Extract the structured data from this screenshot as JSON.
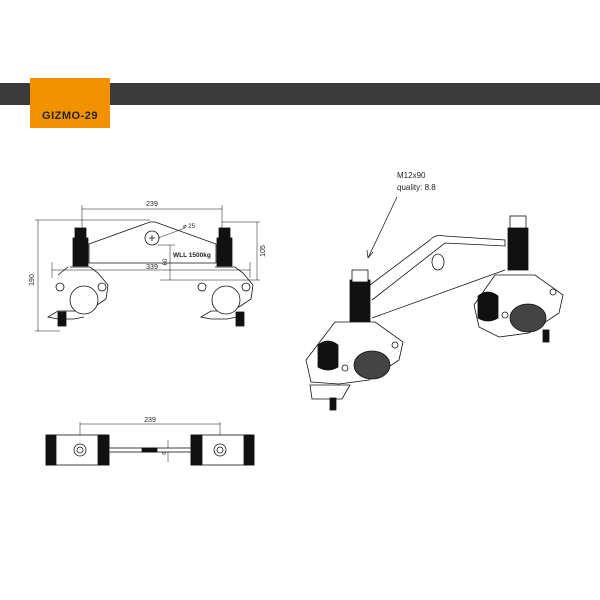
{
  "header": {
    "product_code": "GIZMO-29",
    "accent_color": "#f39200",
    "bar_color": "#3b3b3b"
  },
  "front_view": {
    "dim_top": "239",
    "dim_height": "190",
    "dim_right": "105",
    "dim_width": "339",
    "dim_hole_height": "60",
    "hole_diameter": "⌀ 25",
    "load_label": "WLL 1500kg"
  },
  "top_view": {
    "dim_top": "239",
    "dim_plate": "60"
  },
  "iso_view": {
    "bolt_spec": "M12x90",
    "bolt_quality": "quality: 8.8"
  }
}
